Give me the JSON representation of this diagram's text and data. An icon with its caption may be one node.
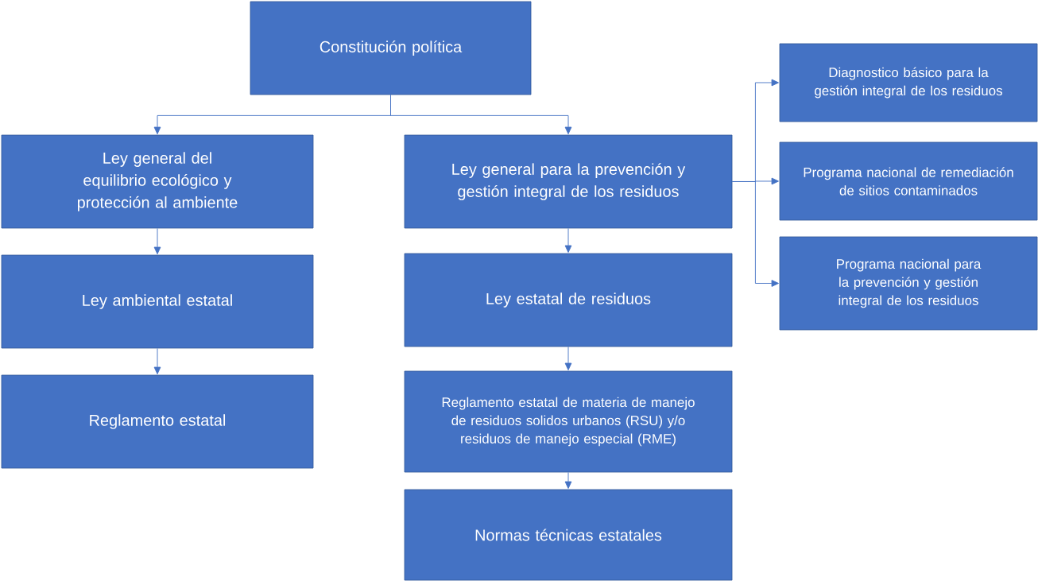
{
  "diagram": {
    "nodes": [
      {
        "text": [
          "Constitución política"
        ]
      },
      {
        "text": [
          "Ley general del equilibrio ecológico y protección al ambiente"
        ]
      },
      {
        "text": [
          "Ley general para la prevención y gestión integral de los residuos"
        ]
      },
      {
        "text": [
          "Diagnostico básico para la gestión integral de los residuos"
        ]
      },
      {
        "text": [
          "Programa nacional de remediación de sitios contaminados"
        ]
      },
      {
        "text": [
          "Programa nacional para la prevención y gestión integral de los residuos"
        ]
      },
      {
        "text": [
          "Ley ambiental estatal"
        ]
      },
      {
        "text": [
          "Ley estatal de residuos"
        ]
      },
      {
        "text": [
          "Reglamento estatal de materia de manejo de residuos solidos urbanos (RSU) y/o residuos de manejo especial (RME)"
        ]
      },
      {
        "text": [
          "Reglamento estatal"
        ]
      },
      {
        "text": [
          "Normas técnicas estatales"
        ]
      }
    ],
    "edges": [
      {
        "from": 0,
        "to": 1,
        "arrow": "to"
      },
      {
        "from": 0,
        "to": 2,
        "arrow": "to"
      },
      {
        "from": 2,
        "to": 3,
        "arrow": "to"
      },
      {
        "from": 2,
        "to": 4,
        "arrow": "to"
      },
      {
        "from": 2,
        "to": 5,
        "arrow": "to"
      },
      {
        "from": 1,
        "to": 6,
        "arrow": "to"
      },
      {
        "from": 6,
        "to": 9,
        "arrow": "to"
      },
      {
        "from": 2,
        "to": 7,
        "arrow": "to"
      },
      {
        "from": 7,
        "to": 8,
        "arrow": "to"
      },
      {
        "from": 8,
        "to": 10,
        "arrow": "to"
      }
    ]
  }
}
